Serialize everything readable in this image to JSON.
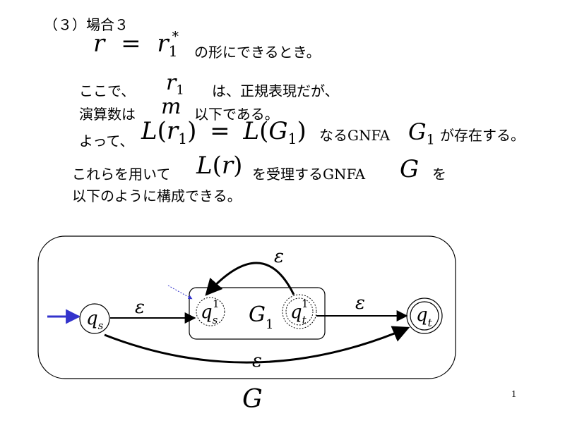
{
  "section_heading": "（３）場合３",
  "math_r": "r",
  "math_eq": "=",
  "math_r1": "r",
  "math_sub_1": "1",
  "math_star": "*",
  "formula_suffix": "の形にできるとき。",
  "line2_a": "ここで、",
  "line2_b": "は、正規表現だが、",
  "line3_a": "演算数は",
  "math_m": "m",
  "line3_b": "以下である。",
  "line4_a": "よって、",
  "math_L": "L",
  "math_G": "G",
  "line4_b": "なる",
  "gnfa": "GNFA",
  "line4_c": "が存在する。",
  "line5_a": "これらを用いて",
  "line5_b": "を受理する",
  "line5_c": "を",
  "line6": "以下のように構成できる。",
  "diagram": {
    "epsilon": "ε",
    "state_q": "q",
    "sub_s": "s",
    "sub_t": "t",
    "sup_1": "1",
    "inner_label": "G",
    "inner_label_sub": "1",
    "outer_label": "G",
    "colors": {
      "start_arrow": "#3333cc",
      "dotted_arrow": "#3333cc",
      "stroke": "#000000"
    }
  },
  "page_number": "1"
}
